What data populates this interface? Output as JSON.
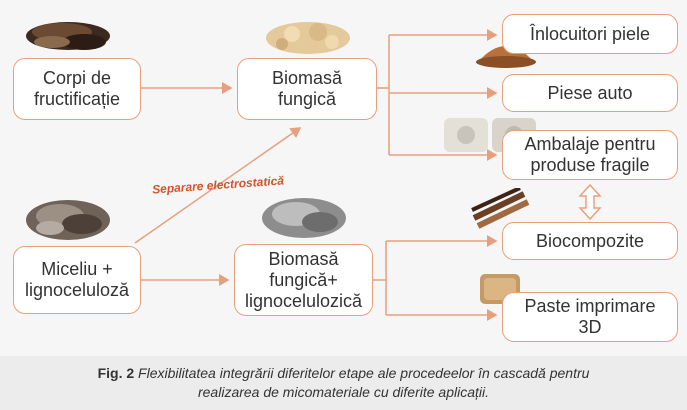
{
  "boxes": {
    "corpi": [
      "Corpi de",
      "fructificație"
    ],
    "biomasa": [
      "Biomasă",
      "fungică"
    ],
    "miceliu": [
      "Miceliu +",
      "lignoceluloză"
    ],
    "biomasa_ligno": [
      "Biomasă",
      "fungică+",
      "lignocelulozică"
    ],
    "inlocuitori": [
      "Înlocuitori piele"
    ],
    "piese": [
      "Piese auto"
    ],
    "ambalaje": [
      "Ambalaje pentru",
      "produse fragile"
    ],
    "biocompozite": [
      "Biocompozite"
    ],
    "paste": [
      "Paste imprimare",
      "3D"
    ]
  },
  "separation_label": "Separare electrostatică",
  "caption": {
    "fig": "Fig. 2",
    "line1": "Flexibilitatea integrării diferitelor etape ale procedeelor în cascadă pentru",
    "line2": "realizarea de micomateriale cu diferite aplicații."
  },
  "colors": {
    "box_border": "#e7a07d",
    "arrow": "#e7a07d",
    "label_accent": "#d2542a",
    "text": "#333333"
  },
  "icons": [
    "mushroom-photo",
    "biomass-photo",
    "mycelium-photo",
    "ligno-biomass-photo",
    "leather-photo",
    "car-part-photo",
    "packaging-photo",
    "composite-photo",
    "print-paste-photo"
  ]
}
